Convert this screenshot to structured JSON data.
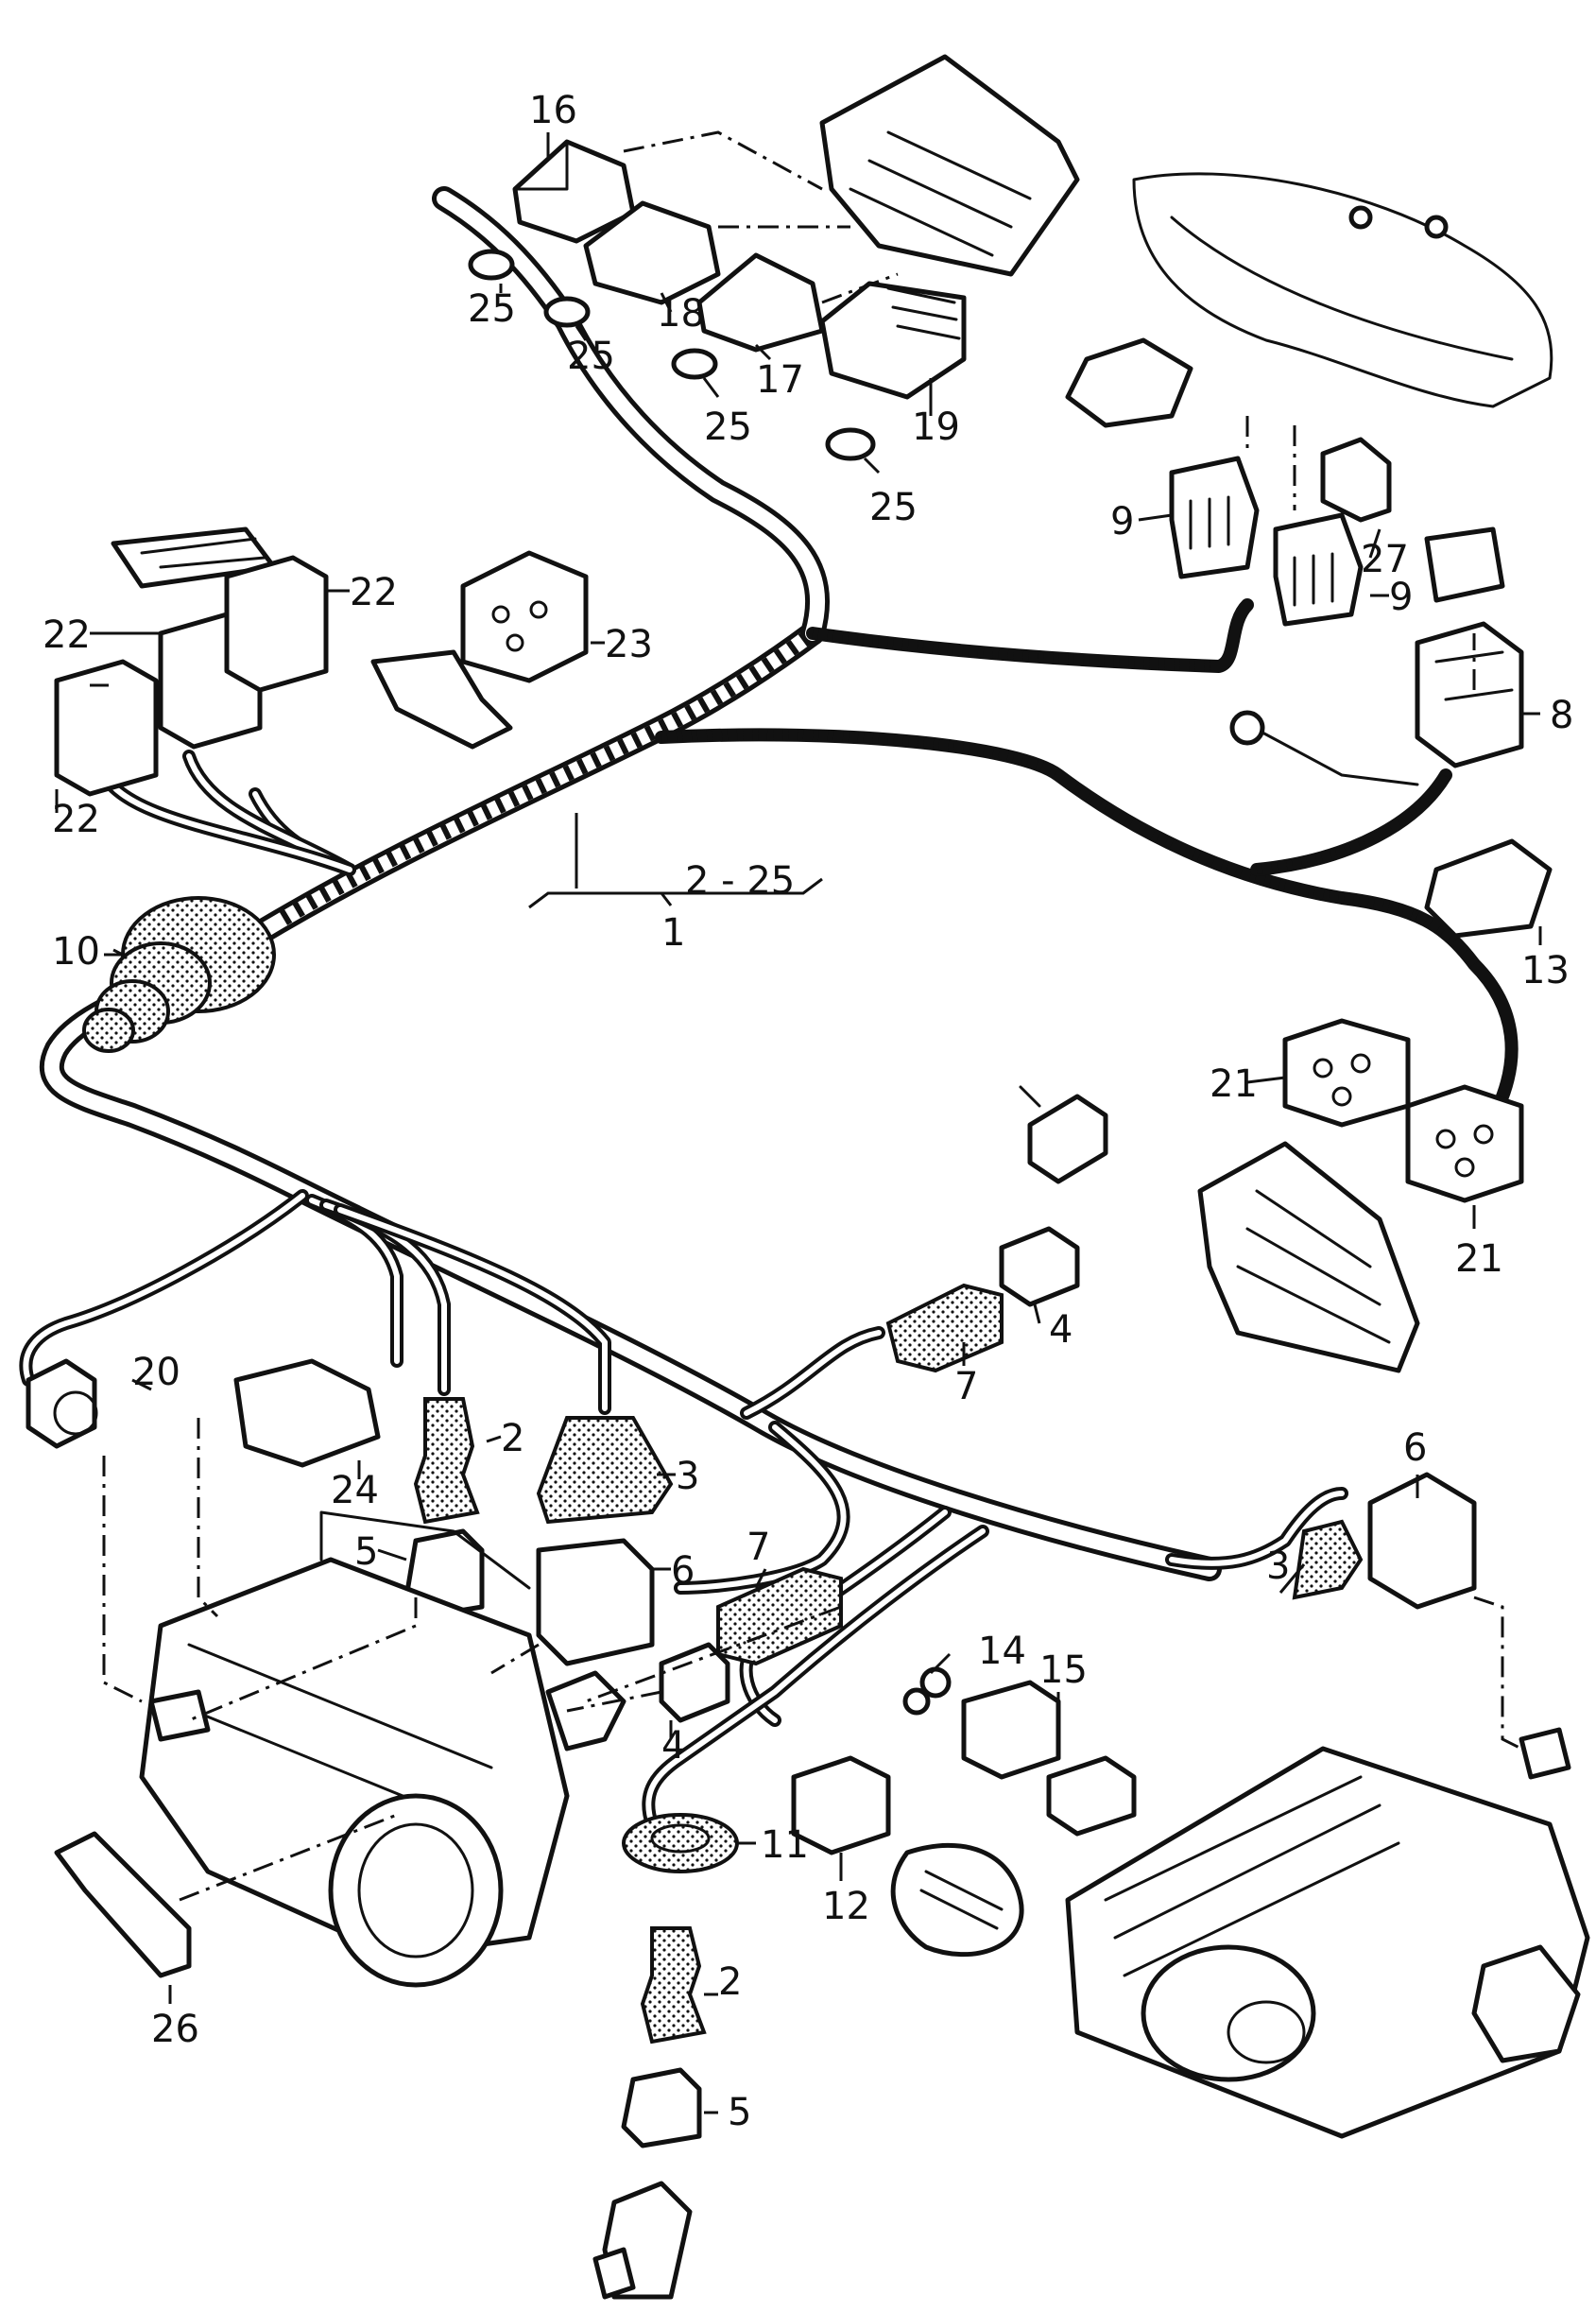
{
  "callouts": {
    "c1": "1",
    "c2_25": "2 - 25",
    "c2a": "2",
    "c2b": "2",
    "c3a": "3",
    "c3b": "3",
    "c4a": "4",
    "c4b": "4",
    "c5a": "5",
    "c5b": "5",
    "c6a": "6",
    "c6b": "6",
    "c7a": "7",
    "c7b": "7",
    "c8": "8",
    "c9a": "9",
    "c9b": "9",
    "c10": "10",
    "c11": "11",
    "c12": "12",
    "c13": "13",
    "c14": "14",
    "c15": "15",
    "c16": "16",
    "c17": "17",
    "c18": "18",
    "c19": "19",
    "c20": "20",
    "c21a": "21",
    "c21b": "21",
    "c22a": "22",
    "c22b": "22",
    "c22c": "22",
    "c23": "23",
    "c24": "24",
    "c25a": "25",
    "c25b": "25",
    "c25c": "25",
    "c25d": "25",
    "c26": "26",
    "c27": "27"
  },
  "icons": {
    "grommet": "grommet-icon",
    "relay": "relay-icon",
    "connector": "connector-icon",
    "switch": "switch-icon",
    "heater": "heater-unit-icon"
  }
}
